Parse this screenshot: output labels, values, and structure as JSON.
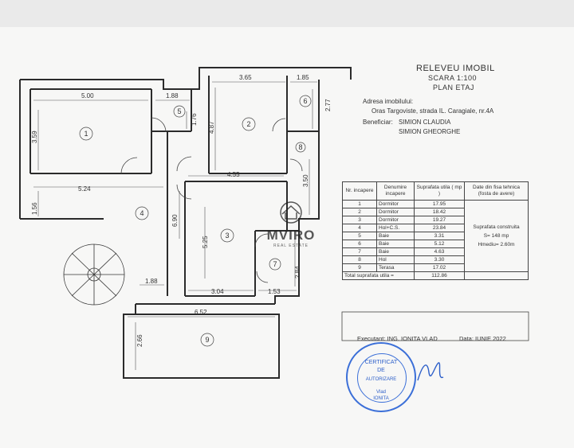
{
  "header": {
    "title": "RELEVEU IMOBIL",
    "scale": "SCARA 1:100",
    "plan": "PLAN ETAJ"
  },
  "address": {
    "label": "Adresa imobilului:",
    "value": "Oras Targoviste, strada IL. Caragiale, nr.4A",
    "beneficiar_label": "Beneficiar:",
    "beneficiar_1": "SIMION CLAUDIA",
    "beneficiar_2": "SIMION GHEORGHE"
  },
  "dimensions": {
    "d500": "5.00",
    "d188a": "1.88",
    "d365": "3.65",
    "d185": "1.85",
    "d359": "3.59",
    "d176": "1.76",
    "d487": "4.87",
    "d277": "2.77",
    "d524": "5.24",
    "d455": "4.55",
    "d156": "1.56",
    "d350": "3.50",
    "d690": "6.90",
    "d525": "5.25",
    "d284": "2.84",
    "d188b": "1.88",
    "d304": "3.04",
    "d153": "1.53",
    "d652": "6.52",
    "d266": "2.66"
  },
  "rooms": [
    "1",
    "2",
    "3",
    "4",
    "5",
    "6",
    "7",
    "8",
    "9"
  ],
  "table": {
    "h_nr": "Nr. incapere",
    "h_den": "Denumire incapere",
    "h_sup": "Suprafata utila ( mp )",
    "h_date": "Date din fisa tehnica (fosta de avere)",
    "rows": [
      {
        "nr": "1",
        "den": "Dormitor",
        "sup": "17.95"
      },
      {
        "nr": "2",
        "den": "Dormitor",
        "sup": "18.42"
      },
      {
        "nr": "3",
        "den": "Dormitor",
        "sup": "19.27"
      },
      {
        "nr": "4",
        "den": "Hol+C.S.",
        "sup": "23.84"
      },
      {
        "nr": "5",
        "den": "Baie",
        "sup": "3.31"
      },
      {
        "nr": "6",
        "den": "Baie",
        "sup": "5.12"
      },
      {
        "nr": "7",
        "den": "Baie",
        "sup": "4.63"
      },
      {
        "nr": "8",
        "den": "Hol",
        "sup": "3.30"
      },
      {
        "nr": "9",
        "den": "Terasa",
        "sup": "17.02"
      }
    ],
    "total_label": "Total suprafata utila =",
    "total_value": "112.86",
    "info_1": "Suprafata construita",
    "info_2": "S= 148 mp",
    "info_3": "Hmediu= 2.60m"
  },
  "signature": {
    "executant": "Executant: ING. IONITA VLAD",
    "date": "Data: IUNIE 2022"
  },
  "logo": {
    "name": "MVIRO",
    "tagline": "REAL ESTATE"
  },
  "stamp": {
    "line1": "CERTIFICAT",
    "line2": "DE",
    "line3": "AUTORIZARE",
    "line4": "Vlad",
    "line5": "IONITA"
  },
  "colors": {
    "ink": "#2b2b2b",
    "stamp": "#3b6fd8",
    "paper": "#f7f7f6"
  }
}
